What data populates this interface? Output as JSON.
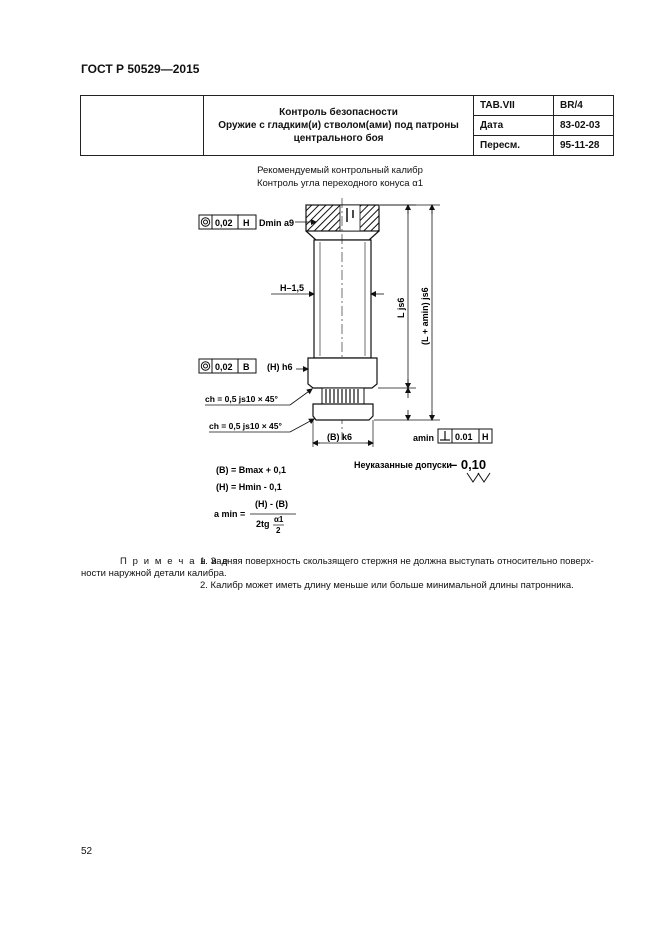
{
  "header": {
    "doc_code": "ГОСТ Р 50529—2015",
    "title_lines": [
      "Контроль безопасности",
      "Оружие с гладким(и) стволом(ами) под патроны",
      "центрального боя"
    ],
    "table": [
      {
        "label": "TAB.VII",
        "value": "BR/4"
      },
      {
        "label": "Дата",
        "value": "83-02-03"
      },
      {
        "label": "Пересм.",
        "value": "95-11-28"
      }
    ]
  },
  "caption": {
    "line1": "Рекомендуемый контрольный калибр",
    "line2": "Контроль угла переходного конуса α1"
  },
  "drawing": {
    "frame_top": {
      "value": "0,02",
      "datum": "H",
      "label": "Dmin a9"
    },
    "frame_mid": {
      "value": "0,02",
      "datum": "B",
      "label": "(H) h6"
    },
    "frame_bottom": {
      "label": "amin",
      "value": "0.01",
      "datum": "H"
    },
    "dim_h": "H–1,5",
    "dim_L": "L js6",
    "dim_Lamin": "(L + amin) js6",
    "chamfer1": "ch = 0,5 js10 × 45°",
    "chamfer2": "ch = 0,5 js10 × 45°",
    "dim_B": "(B) k6",
    "tolerance_label": "Неуказанные допуски",
    "tolerance_value": "– 0,10",
    "formula_B": "(B) = Bmax + 0,1",
    "formula_H": "(H) = Hmin - 0,1",
    "formula_a_lhs": "a min =",
    "formula_a_num": "(H) - (B)",
    "formula_a_den_pre": "2tg",
    "formula_a_alpha": "α1",
    "formula_a_two": "2"
  },
  "notes": {
    "label": "П р и м е ч а н и е :",
    "note1_part1": "1. Задняя поверхность скользящего стержня не должна выступать относительно поверх-",
    "note1_part2": "ности наружной детали калибра.",
    "note2": "2. Калибр может иметь длину меньше или больше минимальной длины патронника."
  },
  "page_number": "52"
}
